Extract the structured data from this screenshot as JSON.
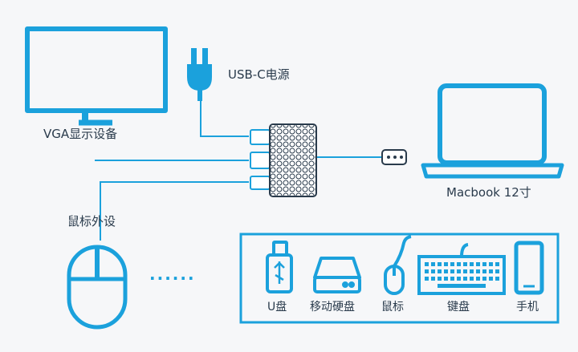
{
  "colors": {
    "accent": "#1ba1dc",
    "text": "#2a3b4c",
    "background": "#f6f7f9"
  },
  "labels": {
    "monitor": "VGA显示设备",
    "power": "USB-C电源",
    "laptop": "Macbook 12寸",
    "mouse": "鼠标外设",
    "ellipsis": "......"
  },
  "devices": {
    "usb_drive": "U盘",
    "hard_drive": "移动硬盘",
    "mouse": "鼠标",
    "keyboard": "键盘",
    "phone": "手机"
  },
  "icons": {
    "monitor": "monitor-icon",
    "power": "power-plug-icon",
    "laptop": "laptop-icon",
    "mouse": "mouse-icon",
    "hub": "usb-c-hub-icon",
    "usb_drive": "usb-drive-icon",
    "hard_drive": "hard-drive-icon",
    "small_mouse": "mouse-icon",
    "keyboard": "keyboard-icon",
    "phone": "phone-icon"
  }
}
